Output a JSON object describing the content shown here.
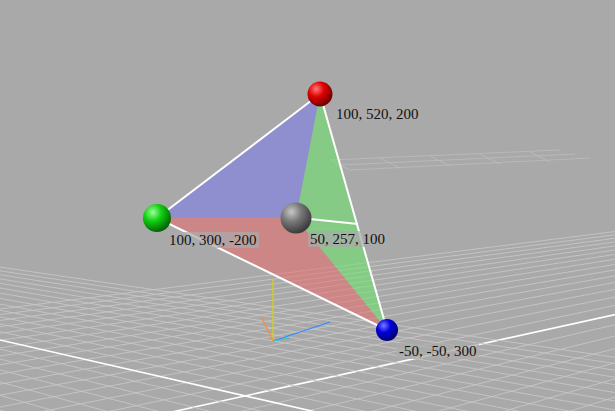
{
  "diagram": {
    "labels": [
      "100, 520, 200",
      "100, 300, -200",
      "50, 257, 100",
      "-50, -50, 300"
    ]
  }
}
